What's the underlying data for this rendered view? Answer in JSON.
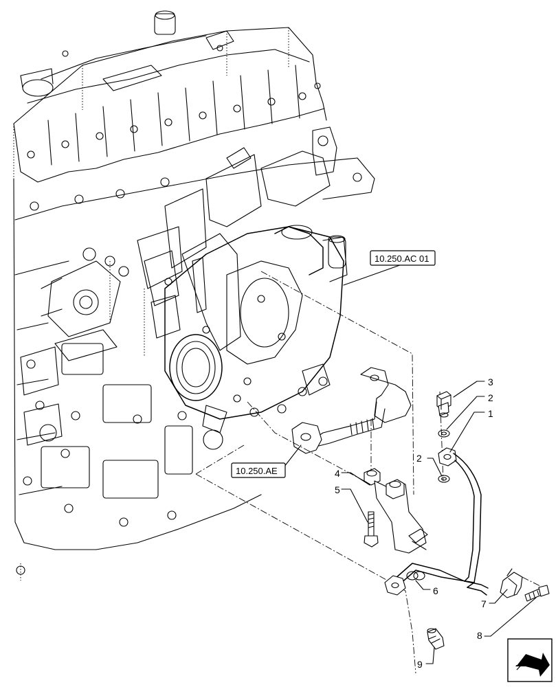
{
  "references": {
    "ref_top": "10.250.AC 01",
    "ref_left": "10.250.AE"
  },
  "callouts": {
    "c1": "1",
    "c2a": "2",
    "c2b": "2",
    "c3": "3",
    "c4": "4",
    "c5": "5",
    "c6": "6",
    "c7": "7",
    "c8": "8",
    "c9": "9"
  },
  "icons": {
    "nav": "next-page-arrow-icon"
  }
}
